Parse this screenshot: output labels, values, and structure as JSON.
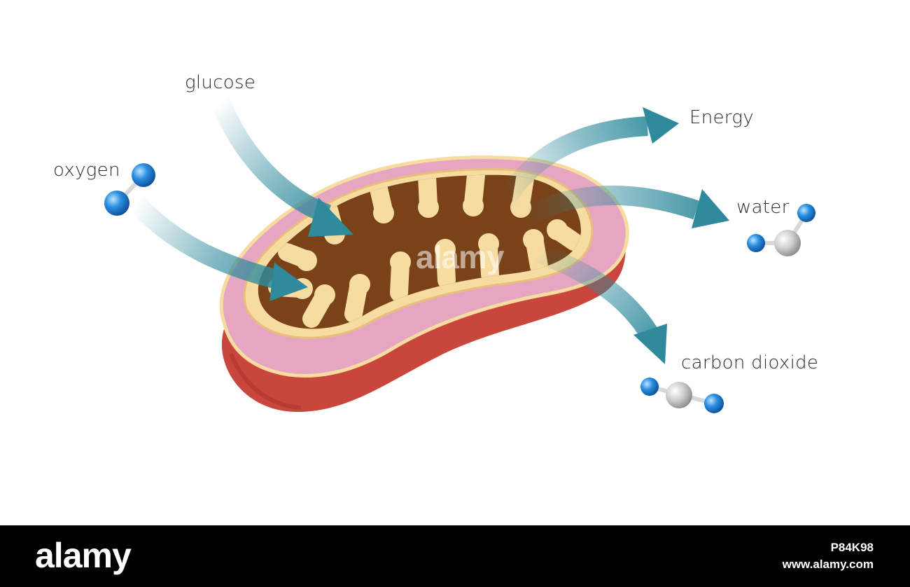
{
  "labels": {
    "glucose": "glucose",
    "oxygen": "oxygen",
    "energy": "Energy",
    "water": "water",
    "carbon_dioxide": "carbon dioxide"
  },
  "watermark": "alamy",
  "footer": {
    "brand": "alamy",
    "image_id": "P84K98",
    "url": "www.alamy.com"
  },
  "colors": {
    "outer_membrane_side": "#c8463c",
    "outer_membrane_top": "#e6a6c2",
    "inner_membrane": "#f6dca0",
    "matrix": "#7a4218",
    "arrow": "#2f8a9c",
    "atom_blue": "#2a8ee0",
    "atom_grey": "#c8c8c8"
  }
}
